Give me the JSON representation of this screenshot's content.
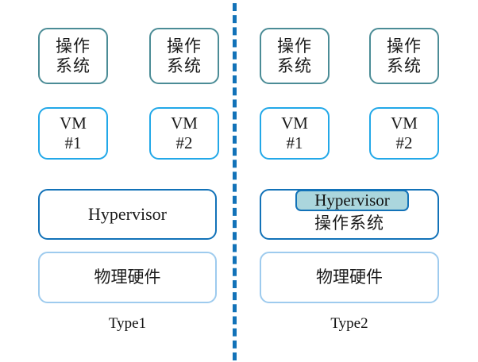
{
  "diagram": {
    "title_visible": false,
    "colors": {
      "os_border": "#4b8c96",
      "vm_border": "#22a8e8",
      "hypervisor_border": "#1272b8",
      "hardware_border": "#9ecbee",
      "hypervisor_chip_fill": "#abd6dd",
      "divider": "#1272b8",
      "text": "#1a1a1a",
      "background": "#ffffff"
    },
    "divider": {
      "style": "dashed",
      "orientation": "vertical"
    },
    "left": {
      "caption": "Type1",
      "os_boxes": [
        {
          "label": "操作\n系统"
        },
        {
          "label": "操作\n系统"
        }
      ],
      "vm_boxes": [
        {
          "label": "VM\n#1"
        },
        {
          "label": "VM\n#2"
        }
      ],
      "hypervisor": {
        "label": "Hypervisor"
      },
      "hardware": {
        "label": "物理硬件"
      }
    },
    "right": {
      "caption": "Type2",
      "os_boxes": [
        {
          "label": "操作\n系统"
        },
        {
          "label": "操作\n系统"
        }
      ],
      "vm_boxes": [
        {
          "label": "VM\n#1"
        },
        {
          "label": "VM\n#2"
        }
      ],
      "hypervisor_chip": {
        "label": "Hypervisor"
      },
      "host_os": {
        "label": "操作系统"
      },
      "hardware": {
        "label": "物理硬件"
      }
    }
  }
}
